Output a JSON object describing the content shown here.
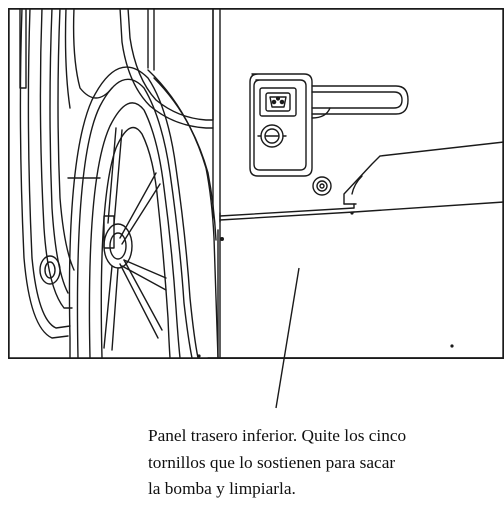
{
  "figure": {
    "icons": [
      "power-inlet-icon",
      "ground-connector-icon",
      "fuse-icon"
    ],
    "line_color": "#1a1a1a"
  },
  "caption": {
    "lines": [
      "Panel trasero inferior. Quite los cinco",
      "tornillos que lo sostienen para sacar",
      "la bomba y limpiarla."
    ]
  }
}
